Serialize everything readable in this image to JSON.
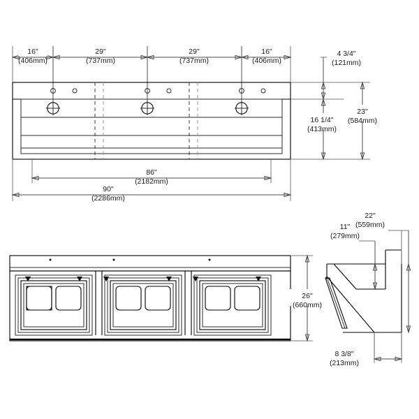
{
  "drawing": {
    "title": "Multi-station wash fountain / trough sink shop drawing",
    "views": [
      {
        "name": "top-view",
        "label": ""
      },
      {
        "name": "front-elevation-view",
        "label": ""
      },
      {
        "name": "right-side-section-view",
        "label": ""
      }
    ],
    "line_color": "#000000",
    "dimension_color": "#4d4d4d",
    "background_color": "#ffffff"
  },
  "dimensions": {
    "top_horizontal": [
      {
        "id": "dim-16-left",
        "imperial": "16\"",
        "metric": "(406mm)"
      },
      {
        "id": "dim-29-first",
        "imperial": "29\"",
        "metric": "(737mm)"
      },
      {
        "id": "dim-29-second",
        "imperial": "29\"",
        "metric": "(737mm)"
      },
      {
        "id": "dim-16-right",
        "imperial": "16\"",
        "metric": "(406mm)"
      }
    ],
    "top_overall": [
      {
        "id": "dim-86-bowl",
        "imperial": "86\"",
        "metric": "(2182mm)"
      },
      {
        "id": "dim-90-overall",
        "imperial": "90\"",
        "metric": "(2286mm)"
      }
    ],
    "top_vertical": [
      {
        "id": "dim-4-3-4-backsplash",
        "imperial": "4 3/4\"",
        "metric": "(121mm)"
      },
      {
        "id": "dim-16-1-4-depth",
        "imperial": "16 1/4\"",
        "metric": "(413mm)"
      },
      {
        "id": "dim-23-overall-depth",
        "imperial": "23\"",
        "metric": "(584mm)"
      }
    ],
    "front_vertical": [
      {
        "id": "dim-26-height",
        "imperial": "26\"",
        "metric": "(660mm)"
      }
    ],
    "side_view": [
      {
        "id": "dim-22-depth",
        "imperial": "22\"",
        "metric": "(559mm)"
      },
      {
        "id": "dim-11-bowl-depth",
        "imperial": "11\"",
        "metric": "(279mm)"
      },
      {
        "id": "dim-8-3-8-base",
        "imperial": "8 3/8\"",
        "metric": "(213mm)"
      }
    ]
  }
}
